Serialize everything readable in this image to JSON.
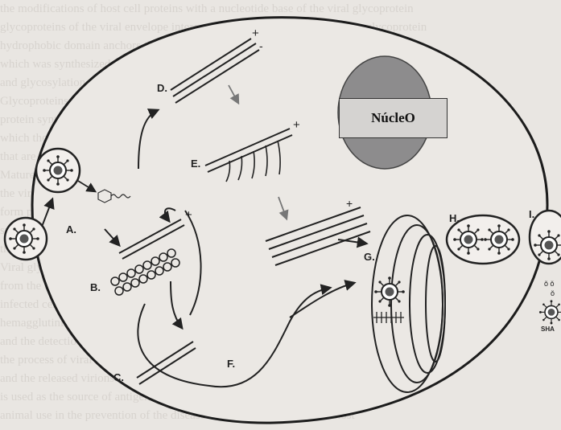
{
  "nucleus": {
    "label": "NúcleO"
  },
  "stages": {
    "A": "A.",
    "B": "B.",
    "C": "C.",
    "D": "D.",
    "E": "E.",
    "F": "F.",
    "G": "G.",
    "H": "H.",
    "I": "I."
  },
  "shed_label": "SHA",
  "colors": {
    "background": "#e9e6e2",
    "nucleus_fill": "#8d8c8d",
    "outline": "#222222"
  }
}
